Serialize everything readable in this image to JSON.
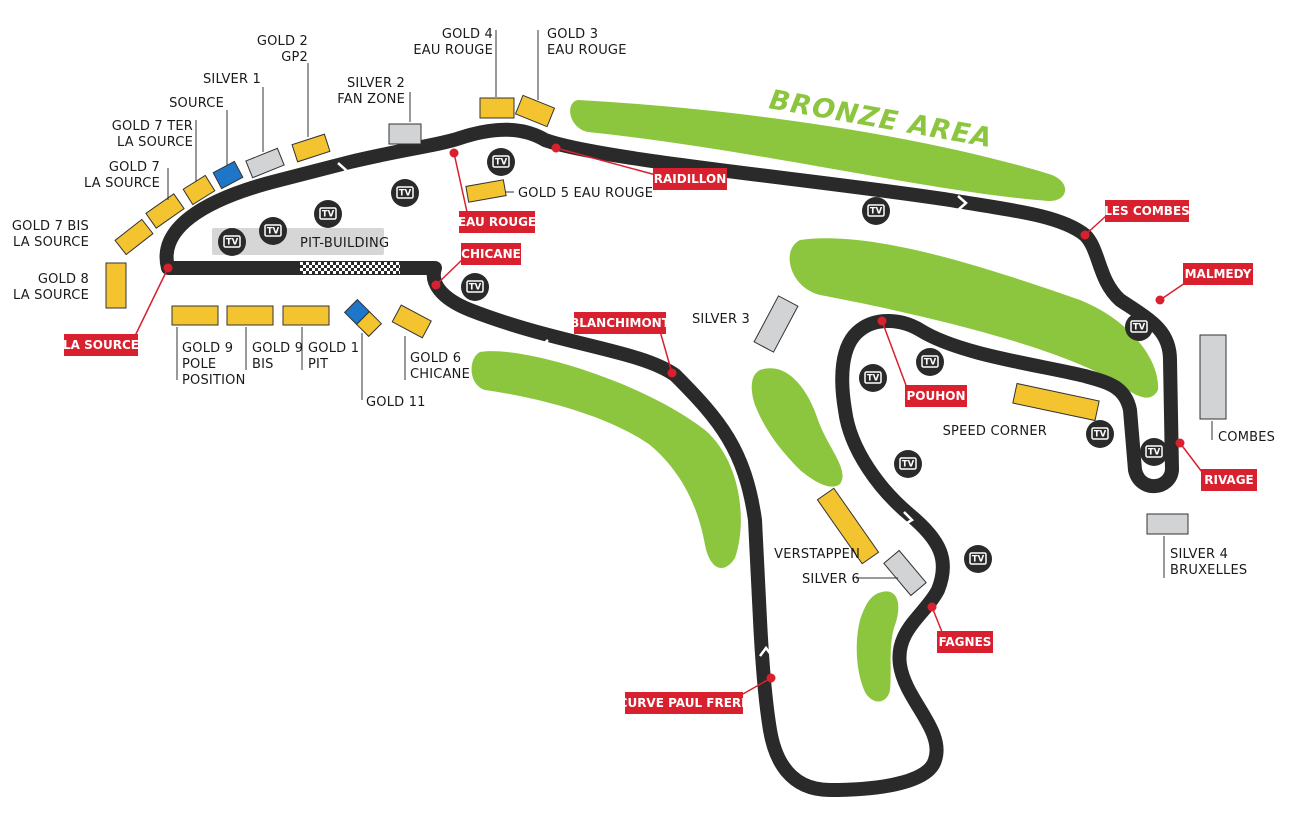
{
  "colors": {
    "track": "#2a2a2a",
    "green": "#8cc63f",
    "gold": "#f4c430",
    "silver": "#d1d3d4",
    "blue": "#1e76c8",
    "red": "#d8202f",
    "pit": "#d6d6d6"
  },
  "areas": {
    "bronze": "BRONZE AREA",
    "pit": "PIT-BUILDING"
  },
  "tv_label": "TV",
  "corners": {
    "la_source": "LA SOURCE",
    "eau_rouge": "EAU ROUGE",
    "raidillon": "RAIDILLON",
    "chicane": "CHICANE",
    "blanchimont": "BLANCHIMONT",
    "les_combes": "LES COMBES",
    "malmedy": "MALMEDY",
    "pouhon": "POUHON",
    "rivage": "RIVAGE",
    "fagnes": "FAGNES",
    "curve_paul_frere": "CURVE PAUL FRERE"
  },
  "stands": {
    "gold2": [
      "GOLD  2",
      "GP2"
    ],
    "silver1": [
      "SILVER  1"
    ],
    "source": [
      "SOURCE"
    ],
    "gold7ter": [
      "GOLD 7 TER",
      "LA SOURCE"
    ],
    "gold7": [
      "GOLD 7",
      "LA SOURCE"
    ],
    "gold7bis": [
      "GOLD 7 BIS",
      "LA SOURCE"
    ],
    "gold8": [
      "GOLD 8",
      "LA SOURCE"
    ],
    "silver2": [
      "SILVER 2",
      "FAN ZONE"
    ],
    "gold4": [
      "GOLD 4",
      "EAU ROUGE"
    ],
    "gold3": [
      "GOLD  3",
      "EAU ROUGE"
    ],
    "gold5": [
      "GOLD 5 EAU ROUGE"
    ],
    "gold9pole": [
      "GOLD 9",
      "POLE",
      "POSITION"
    ],
    "gold9bis": [
      "GOLD 9",
      "BIS"
    ],
    "gold1": [
      "GOLD 1",
      "PIT"
    ],
    "gold11": [
      "GOLD 11"
    ],
    "gold6": [
      "GOLD 6",
      "CHICANE"
    ],
    "silver3": [
      "SILVER 3"
    ],
    "speed_corner": [
      "SPEED CORNER"
    ],
    "combes": [
      "COMBES"
    ],
    "silver4": [
      "SILVER 4",
      "BRUXELLES"
    ],
    "verstappen": [
      "VERSTAPPEN"
    ],
    "silver6": [
      "SILVER 6"
    ]
  }
}
